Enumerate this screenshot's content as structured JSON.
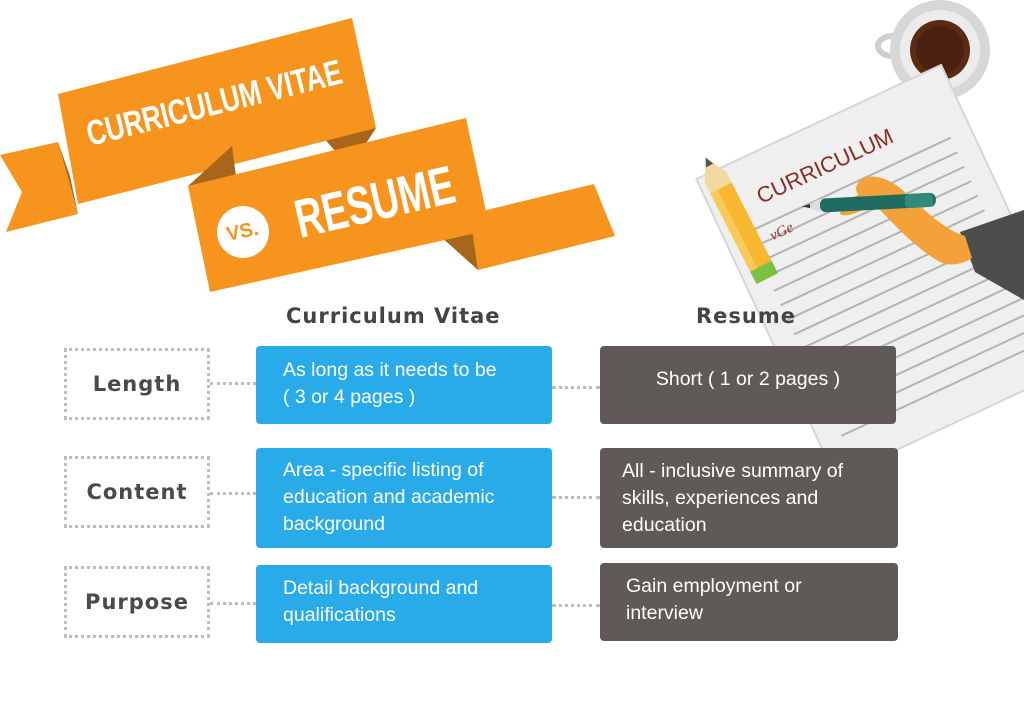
{
  "banner": {
    "title_cv": "CURRICULUM VITAE",
    "vs": "VS.",
    "title_resume": "RESUME"
  },
  "illustration": {
    "paper_heading": "CURRICULUM",
    "paper_scribble": "vGe",
    "icons": [
      "coffee-cup-icon",
      "pencil-icon",
      "marker-pen-icon",
      "hand-icon",
      "document-icon"
    ]
  },
  "columns": {
    "cv": "Curriculum Vitae",
    "resume": "Resume"
  },
  "rows": [
    {
      "label": "Length",
      "cv_lines": [
        "As long as it needs to be",
        "( 3 or 4 pages )"
      ],
      "resume_lines": [
        "Short ( 1 or 2 pages )"
      ]
    },
    {
      "label": "Content",
      "cv_lines": [
        "Area - specific listing of",
        "education and academic",
        "background"
      ],
      "resume_lines": [
        "All - inclusive summary of",
        "skills, experiences and",
        "education"
      ]
    },
    {
      "label": "Purpose",
      "cv_lines": [
        "Detail background and",
        "qualifications"
      ],
      "resume_lines": [
        "Gain employment or",
        "interview"
      ]
    }
  ],
  "colors": {
    "orange": "#f7941e",
    "orange_dark": "#a8661a",
    "cv_blue": "#29abe9",
    "resume_grey": "#5f5a57",
    "skin": "#f4a13a",
    "pen_teal": "#1f6b60"
  }
}
